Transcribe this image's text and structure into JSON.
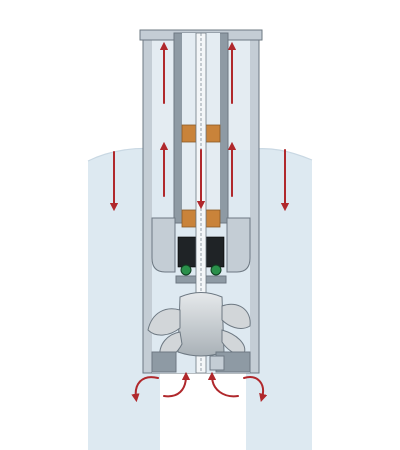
{
  "diagram": {
    "kind": "propeller pump in column cross-section",
    "colors": {
      "background": "#ffffff",
      "liquid": "#dde9f1",
      "column_wall": "#c4cdd5",
      "column_inner": "#e4ecf2",
      "pipe_dark": "#8e9aa4",
      "outline": "#6d7882",
      "shaft": "#f3f6f8",
      "bearing": "#c9833a",
      "bearing_light": "#e7c090",
      "seal_dark": "#1f2326",
      "impeller": "#d2d6d9",
      "impeller_shade": "#a8b0b6",
      "flow_arrow": "#b0282c"
    },
    "flow_arrows": {
      "upward_in_column": 4,
      "downward_in_liquid": 3,
      "circulating_at_inlet": 4
    }
  }
}
